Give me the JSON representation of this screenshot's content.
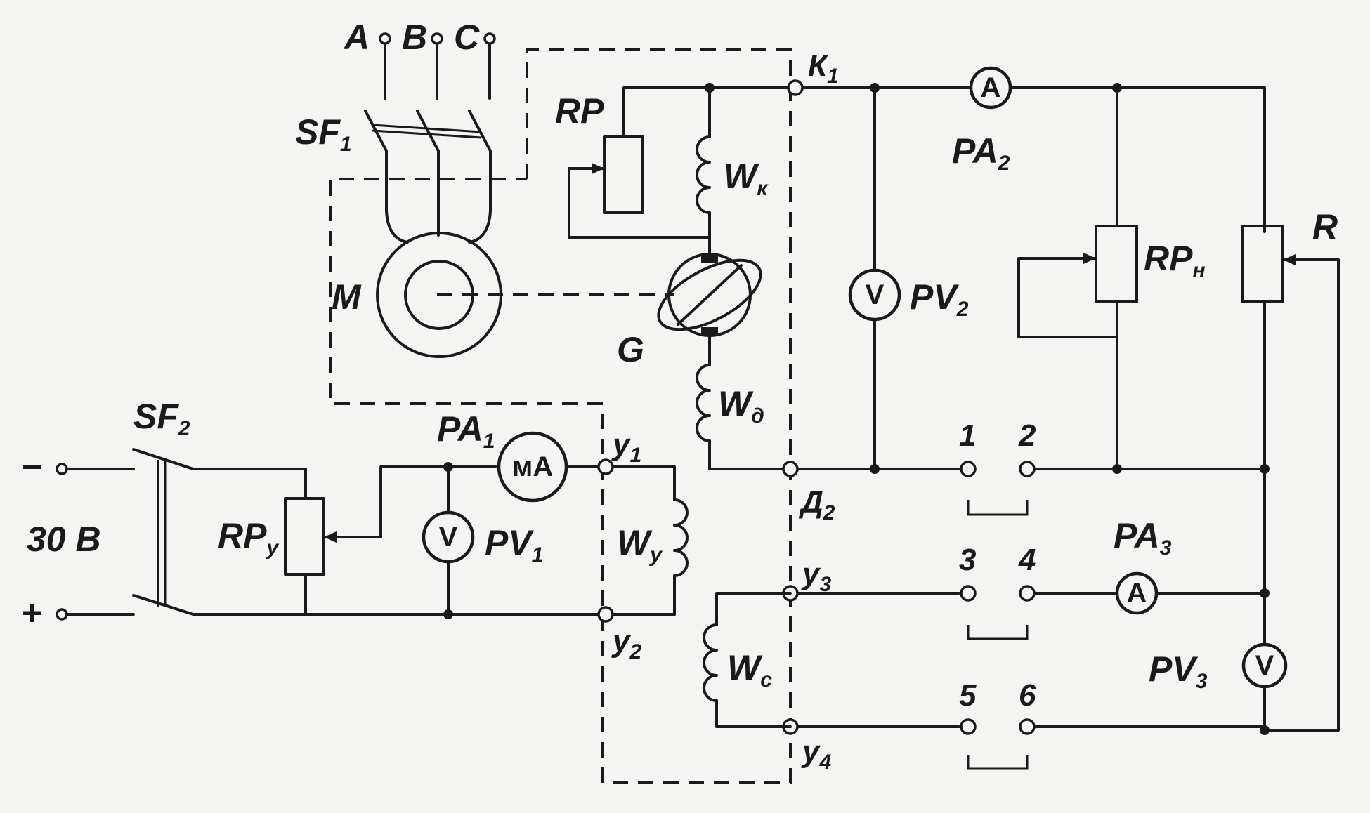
{
  "diagram": {
    "supply_phases": {
      "a": "A",
      "b": "B",
      "c": "C"
    },
    "breakers": {
      "sf1": "SF",
      "sf1_sub": "1",
      "sf2": "SF",
      "sf2_sub": "2"
    },
    "motor": "M",
    "generator": "G",
    "rheostats": {
      "rp": "RP",
      "rpn": "RP",
      "rpn_sub": "н",
      "rpy": "RP",
      "rpy_sub": "у",
      "r_load": "R"
    },
    "windings": {
      "wk": "W",
      "wk_sub": "к",
      "wd": "W",
      "wd_sub": "д",
      "wy": "W",
      "wy_sub": "у",
      "wc": "W",
      "wc_sub": "с"
    },
    "meters": {
      "pa1": "PA",
      "pa1_sub": "1",
      "pa1_symbol": "мА",
      "pa2": "PA",
      "pa2_sub": "2",
      "pa2_symbol": "A",
      "pa3": "PA",
      "pa3_sub": "3",
      "pa3_symbol": "A",
      "pv1": "PV",
      "pv1_sub": "1",
      "pv1_symbol": "V",
      "pv2": "PV",
      "pv2_sub": "2",
      "pv2_symbol": "V",
      "pv3": "PV",
      "pv3_sub": "3",
      "pv3_symbol": "V"
    },
    "terminals": {
      "k1": "К",
      "k1_sub": "1",
      "d2": "Д",
      "d2_sub": "2",
      "y1": "у",
      "y1_sub": "1",
      "y2": "у",
      "y2_sub": "2",
      "y3": "у",
      "y3_sub": "3",
      "y4": "у",
      "y4_sub": "4"
    },
    "switch_points": [
      "1",
      "2",
      "3",
      "4",
      "5",
      "6"
    ],
    "dc_supply": {
      "voltage": "30 В",
      "minus": "−",
      "plus": "+"
    }
  }
}
